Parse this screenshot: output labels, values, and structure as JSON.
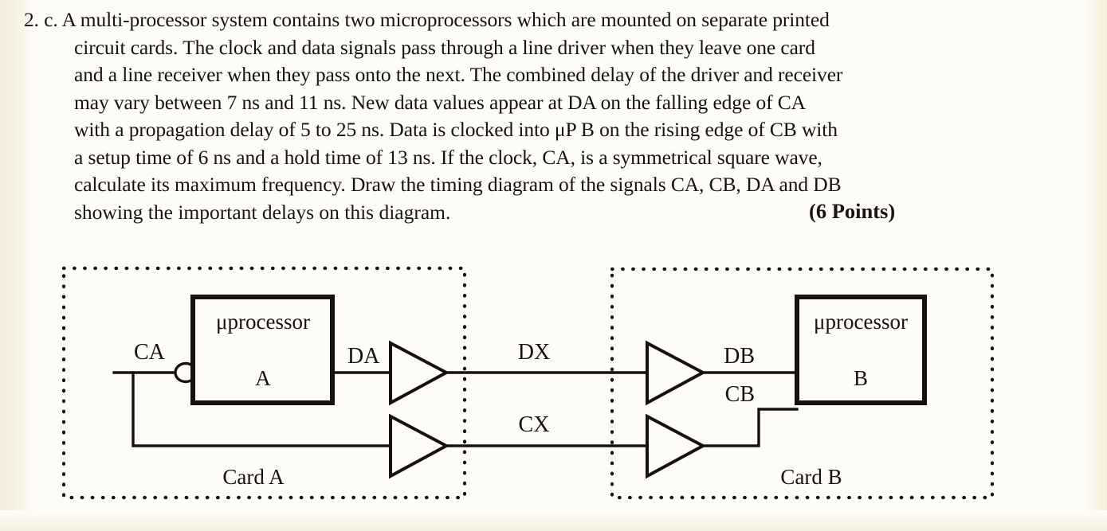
{
  "question": {
    "number": "2. c.",
    "lines": [
      "2. c. A multi-processor system contains two microprocessors which are mounted on separate printed",
      "circuit cards. The clock and data signals pass through a line driver when they leave one card",
      "and a line receiver when they pass onto the next. The combined delay of the driver and receiver",
      "may vary between 7 ns and 11 ns. New data values appear at DA on the falling edge of CA",
      "with a propagation delay of 5 to 25 ns. Data is clocked into μP B on the rising edge of CB with",
      "a setup time of 6 ns and a hold time of 13 ns. If the clock, CA, is a symmetrical square wave,",
      "calculate its maximum frequency. Draw the timing diagram of the signals CA, CB, DA and DB",
      "showing the important delays on this diagram."
    ],
    "points": "(6 Points)",
    "values": {
      "driver_receiver_delay_min_ns": "7 ns",
      "driver_receiver_delay_max_ns": "11 ns",
      "propagation_delay_min_ns": "5",
      "propagation_delay_max_ns": "25 ns",
      "setup_time_ns": "6 ns",
      "hold_time_ns": "13 ns"
    }
  },
  "diagram": {
    "cards": [
      {
        "id": "card-a",
        "label": "Card A"
      },
      {
        "id": "card-b",
        "label": "Card B"
      }
    ],
    "processors": [
      {
        "id": "processor-a",
        "title": "μprocessor",
        "name": "A"
      },
      {
        "id": "processor-b",
        "title": "μprocessor",
        "name": "B"
      }
    ],
    "signals": {
      "ca": "CA",
      "da": "DA",
      "dx": "DX",
      "cx": "CX",
      "db": "DB",
      "cb": "CB"
    },
    "colors": {
      "ink": "#17120f",
      "paper": "#fdfcf8"
    }
  }
}
